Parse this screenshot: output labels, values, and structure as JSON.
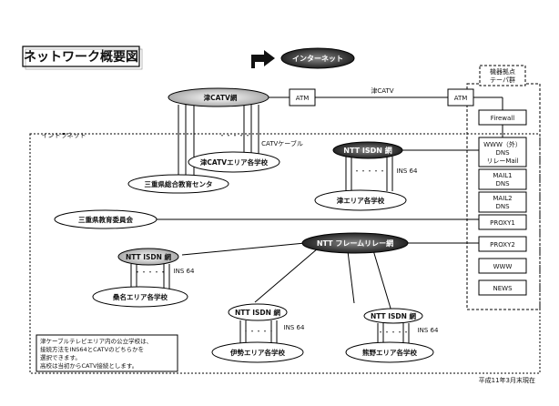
{
  "title": "ネットワーク概要図",
  "internet_label": "インターネット",
  "datacenter_label_line1": "機器拠点",
  "datacenter_label_line2": "テーパ群",
  "intranet_label": "イントラネット",
  "atm_left": "ATM",
  "atm_right": "ATM",
  "link_tsu_catv": "津CATV",
  "tsu_catv_net": "津CATV網",
  "catv_cable": "CATVケーブル",
  "ntt_isdn_net_1": "NTT ISDN 網",
  "ntt_isdn_net_2": "NTT ISDN 網",
  "ntt_isdn_net_3": "NTT ISDN 網",
  "ntt_isdn_net_4": "NTT ISDN 網",
  "ntt_relay_net": "NTT フレームリレー網",
  "ins64_1": "INS 64",
  "ins64_2": "INS 64",
  "ins64_3": "INS 64",
  "ins64_4": "INS 64",
  "dots": "・・・・・",
  "nodes": {
    "tsu_catv_schools": "津CATVエリア各学校",
    "mie_center": "三重県総合教育センタ",
    "tsu_schools": "津エリア各学校",
    "mie_board": "三重県教育委員会",
    "kuwana_schools": "桑名エリア各学校",
    "ise_schools": "伊勢エリア各学校",
    "kumano_schools": "熊野エリア各学校"
  },
  "servers": [
    {
      "line1": "Firewall",
      "line2": "",
      "line3": ""
    },
    {
      "line1": "WWW（外）",
      "line2": "DNS",
      "line3": "リレーMail"
    },
    {
      "line1": "MAIL1",
      "line2": "DNS",
      "line3": ""
    },
    {
      "line1": "MAIL2",
      "line2": "DNS",
      "line3": ""
    },
    {
      "line1": "PROXY1",
      "line2": "",
      "line3": ""
    },
    {
      "line1": "PROXY2",
      "line2": "",
      "line3": ""
    },
    {
      "line1": "WWW",
      "line2": "",
      "line3": ""
    },
    {
      "line1": "NEWS",
      "line2": "",
      "line3": ""
    }
  ],
  "note_lines": [
    "津ケーブルテレビエリア内の公立学校は、",
    "接続方法をINS64とCATVのどちらかを",
    "選択できます。",
    "高校は当初からCATV接続とします。"
  ],
  "date_note": "平成11年3月末現在"
}
